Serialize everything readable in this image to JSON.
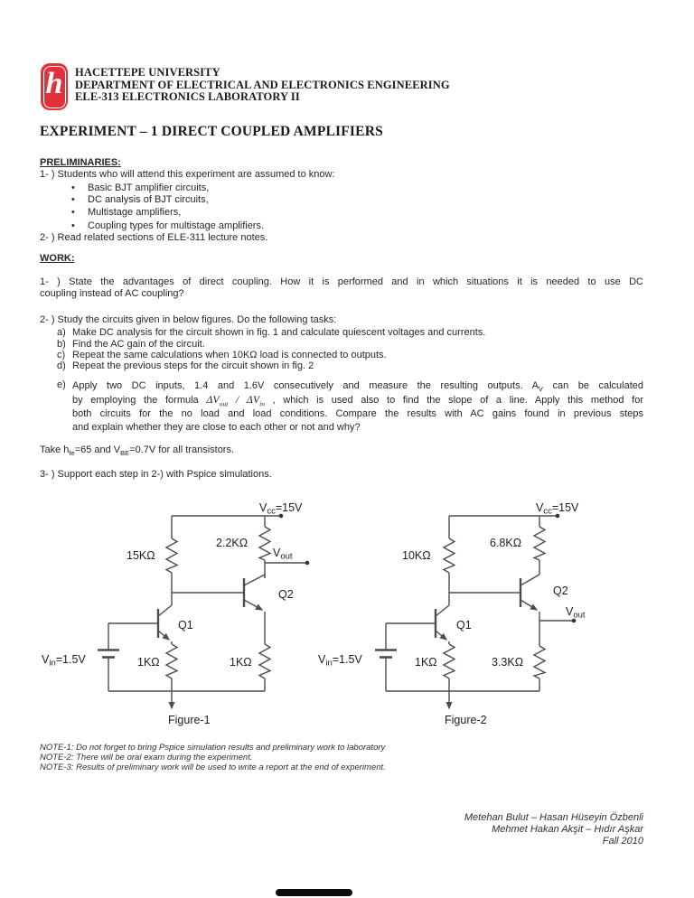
{
  "glyphs": {
    "bullet": "•"
  },
  "logo": {
    "bg_color": "#e2313b",
    "glyph": "h"
  },
  "header": {
    "line1": "HACETTEPE UNIVERSITY",
    "line2": "DEPARTMENT OF ELECTRICAL AND ELECTRONICS ENGINEERING",
    "line3": "ELE-313 ELECTRONICS LABORATORY II"
  },
  "title": "EXPERIMENT – 1 DIRECT COUPLED AMPLIFIERS",
  "preliminaries": {
    "heading": "PRELIMINARIES:",
    "item1": "1- ) Students who will attend this experiment are assumed to know:",
    "bullets": [
      "Basic BJT amplifier circuits,",
      "DC analysis of BJT circuits,",
      "Multistage amplifiers,",
      "Coupling types for multistage amplifiers."
    ],
    "item2": "2- ) Read related sections of ELE-311 lecture notes."
  },
  "work": {
    "heading": "WORK:",
    "q1_lines": [
      "1- ) State the advantages of direct coupling. How it is performed and in which situations it is needed to use DC",
      "coupling instead of AC coupling?"
    ],
    "q2_intro": "2- ) Study the circuits given in below figures. Do the following tasks:",
    "tasks": [
      {
        "label": "a)",
        "text": "Make DC analysis for the circuit shown in fig. 1 and calculate quiescent voltages and currents."
      },
      {
        "label": "b)",
        "text": "Find the AC gain of the circuit."
      },
      {
        "label": "c)",
        "text": "Repeat the same calculations when 10KΩ load is connected to outputs."
      },
      {
        "label": "d)",
        "text": "Repeat the previous steps for the circuit shown in fig. 2"
      }
    ],
    "task_e": {
      "label": "e)",
      "line1_pre": "Apply two DC inputs, 1.4 and 1.6V consecutively and measure the resulting outputs. A",
      "line1_sub": "V",
      "line1_post": " can be calculated",
      "line2_pre": "by employing the formula ",
      "formula": {
        "d1": "ΔV",
        "s1": "out",
        "mid": " / ",
        "d2": "ΔV",
        "s2": "in"
      },
      "line2_post": " , which is used also to find the slope of a line. Apply this method for",
      "line3": "both circuits for the no load and load conditions. Compare the results with AC gains found in previous steps",
      "line4": "and explain whether they are close to each other or not and why?"
    },
    "take_note": {
      "p1": "Take h",
      "s1": "fe",
      "p2": "=65 and V",
      "s2": "BE",
      "p3": "=0.7V for all transistors."
    },
    "q3": "3- ) Support each step in 2-) with Pspice simulations."
  },
  "figures": {
    "fig1": {
      "vcc_pre": "V",
      "vcc_sub": "cc",
      "vcc_post": "=15V",
      "rc1": "15KΩ",
      "rc2": "2.2KΩ",
      "vout_pre": "V",
      "vout_sub": "out",
      "q1": "Q1",
      "q2": "Q2",
      "vin_pre": "V",
      "vin_sub": "in",
      "vin_post": "=1.5V",
      "re1": "1KΩ",
      "re2": "1KΩ",
      "caption": "Figure-1"
    },
    "fig2": {
      "vcc_pre": "V",
      "vcc_sub": "cc",
      "vcc_post": "=15V",
      "rc1": "10KΩ",
      "rc2": "6.8KΩ",
      "vout_pre": "V",
      "vout_sub": "out",
      "q1": "Q1",
      "q2": "Q2",
      "vin_pre": "V",
      "vin_sub": "in",
      "vin_post": "=1.5V",
      "re1": "1KΩ",
      "re2": "3.3KΩ",
      "caption": "Figure-2"
    }
  },
  "notes": [
    "NOTE-1: Do not forget to bring Pspice simulation results and preliminary work to laboratory",
    "NOTE-2: There will be oral exam during the experiment.",
    "NOTE-3: Results of preliminary work will be used to write a report at the end of experiment."
  ],
  "footer": [
    "Metehan Bulut – Hasan Hüseyin Özbenli",
    "Mehmet Hakan Akşit – Hıdır Aşkar",
    "Fall 2010"
  ]
}
